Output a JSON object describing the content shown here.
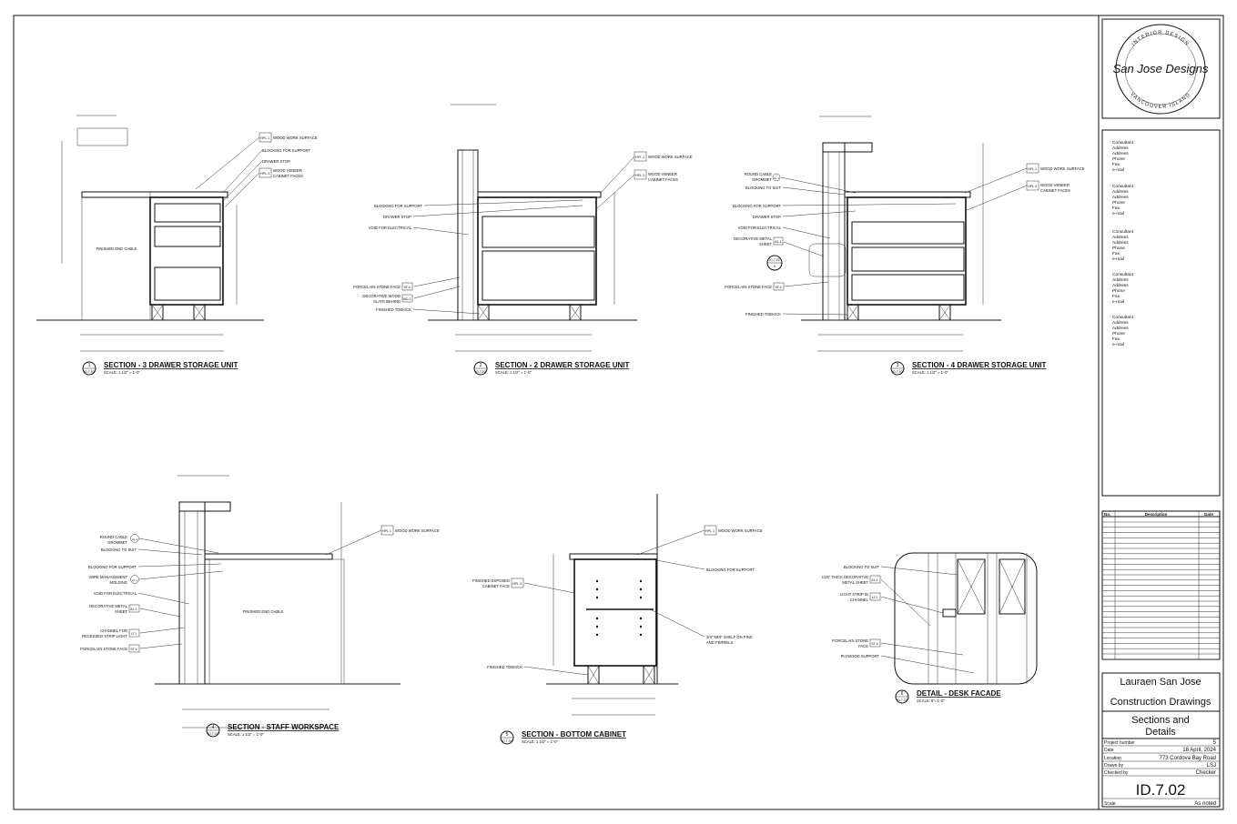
{
  "logo": {
    "ring_top": "INTERIOR DESIGN",
    "script": "San Jose Designs",
    "ring_bottom": "VANCOUVER ISLAND"
  },
  "consultants": [
    {
      "title": "Consultant",
      "address1": "Address",
      "address2": "Address",
      "phone": "Phone",
      "fax": "Fax",
      "email": "e-mail"
    },
    {
      "title": "Consultant",
      "address1": "Address",
      "address2": "Address",
      "phone": "Phone",
      "fax": "Fax",
      "email": "e-mail"
    },
    {
      "title": "Consultant",
      "address1": "Address",
      "address2": "Address",
      "phone": "Phone",
      "fax": "Fax",
      "email": "e-mail"
    },
    {
      "title": "Consultant",
      "address1": "Address",
      "address2": "Address",
      "phone": "Phone",
      "fax": "Fax",
      "email": "e-mail"
    },
    {
      "title": "Consultant",
      "address1": "Address",
      "address2": "Address",
      "phone": "Phone",
      "fax": "Fax",
      "email": "e-mail"
    }
  ],
  "revisions": {
    "col_no": "No.",
    "col_desc": "Description",
    "col_date": "Date"
  },
  "title_block": {
    "client": "Lauraen San Jose",
    "set": "Construction Drawings",
    "sheet_title_1": "Sections and",
    "sheet_title_2": "Details",
    "project_number_label": "Project number",
    "project_number": "5",
    "date_label": "Date",
    "date": "18 April, 2024",
    "location_label": "Location",
    "location": "773  Cordova Bay Road",
    "drawn_by_label": "Drawn by",
    "drawn_by": "LSJ",
    "checked_by_label": "Checked by",
    "checked_by": "Checker",
    "sheet_number": "ID.7.02",
    "scale_label": "Scale",
    "scale": "As noted"
  },
  "views": [
    {
      "num": "1",
      "sheet": "ID.7.02",
      "title": "SECTION - 3 DRAWER STORAGE UNIT",
      "scale": "SCALE: 1 1/2\" = 1'-0\""
    },
    {
      "num": "2",
      "sheet": "ID.7.02",
      "title": "SECTION - 2 DRAWER STORAGE UNIT",
      "scale": "SCALE: 1 1/2\" = 1'-0\""
    },
    {
      "num": "3",
      "sheet": "ID.7.02",
      "title": "SECTION - 4 DRAWER STORAGE UNIT",
      "scale": "SCALE: 1 1/2\" = 1'-0\""
    },
    {
      "num": "4",
      "sheet": "ID.7.02",
      "title": "SECTION - STAFF WORKSPACE",
      "scale": "SCALE: 1 1/2\" = 1'-0\""
    },
    {
      "num": "5",
      "sheet": "ID.7.02",
      "title": "SECTION - BOTTOM CABINET",
      "scale": "SCALE: 1 1/2\" = 1'-0\""
    },
    {
      "num": "6",
      "sheet": "ID.7.02",
      "title": "DETAIL - DESK FACADE",
      "scale": "SCALE: 6\"=1'-0\""
    }
  ],
  "notes": {
    "wood_work_surface": "WOOD WORK SURFACE",
    "blocking_for_support": "BLOCKING FOR SUPPORT",
    "drawer_stop": "DRAWER STOP",
    "wood_veneer_1": "WOOD VENEER",
    "wood_veneer_2": "CABINET FACES",
    "finished_end_gable": "FINISHED END GABLE",
    "void_for_electrical": "VOID FOR ELECTRICAL",
    "porcelain_stone_face": "PORCELAIN STONE FACE",
    "decorative_wood_1": "DECORATIVE WOOD",
    "decorative_wood_2": "SLATE BEHIND",
    "finished_toekick": "FINISHED TOEKICK",
    "round_cable_1": "ROUND CABLE",
    "round_cable_2": "GROMMET",
    "blocking_to_suit": "BLOCKING TO SUIT",
    "decorative_metal_1": "DECORATIVE METAL",
    "decorative_metal_2": "SHEET",
    "wire_mgmt_1": "WIRE MANAGEMENT",
    "wire_mgmt_2": "MOLDING",
    "channel_1": "CHANNEL FOR",
    "channel_2": "RECESSED STRIP LIGHT",
    "finished_exposed_1": "FINISHED EXPOSED",
    "finished_exposed_2": "CABINET FACE",
    "mdf_shelf_1": "3/4\" MDF SHELF ON PINS",
    "mdf_shelf_2": "AND FERRELS",
    "thick_metal_1": "1/25\" THICK DECORATIVE",
    "thick_metal_2": "METAL SHEET",
    "light_strip_1": "LIGHT STRIP IN",
    "light_strip_2": "CHANNEL",
    "porcelain_stone_1": "PORCELAIN STONE",
    "porcelain_stone_2": "FACE",
    "plywood_support": "PLYWOOD SUPPORT"
  },
  "tags": {
    "hpl1": "HPL.1",
    "hpl3": "HPL.3",
    "st4": "ST.4",
    "al1": "AL.1",
    "lt1": "LT.1",
    "wd2": "WD.2",
    "callout_sheet": "ID.7.02",
    "callout_num": "6"
  }
}
